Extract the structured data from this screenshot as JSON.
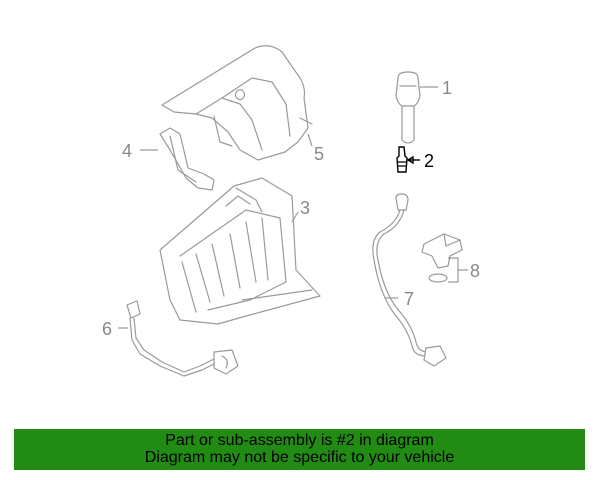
{
  "diagram": {
    "callouts": [
      "1",
      "2",
      "3",
      "4",
      "5",
      "6",
      "7",
      "8"
    ],
    "highlighted_callout": "2",
    "colors": {
      "part_stroke": "#9a9a9a",
      "highlight": "#000000",
      "banner": "#228b14"
    }
  },
  "banner": {
    "line1": "Part or sub-assembly is #2 in diagram",
    "line2": "Diagram may not be specific to your vehicle"
  }
}
